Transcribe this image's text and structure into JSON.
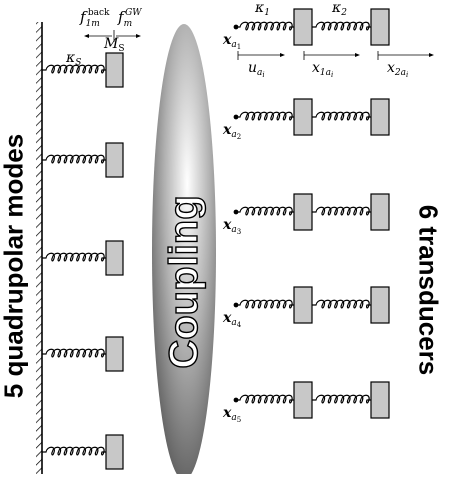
{
  "labels": {
    "left_side": "5 quadrupolar modes",
    "right_side": "6 transducers",
    "center": "Coupling"
  },
  "left_mechanism": {
    "spring_label": "κS",
    "mass_label": "MS",
    "force_back_label": "f1m back",
    "force_gw_label": "fm GW",
    "mode_count": 5
  },
  "transducers": {
    "spring_labels": [
      "κ1",
      "κ2"
    ],
    "displacement_labels": [
      "uai",
      "x1ai",
      "x2ai"
    ],
    "rows": [
      {
        "label": "xa1"
      },
      {
        "label": "xa2"
      },
      {
        "label": "xa3"
      },
      {
        "label": "xa4"
      },
      {
        "label": "xa5"
      }
    ]
  },
  "colors": {
    "mass_fill": "#c8c8c8",
    "ellipse_center": "#ffffff",
    "ellipse_edge": "#404040"
  }
}
